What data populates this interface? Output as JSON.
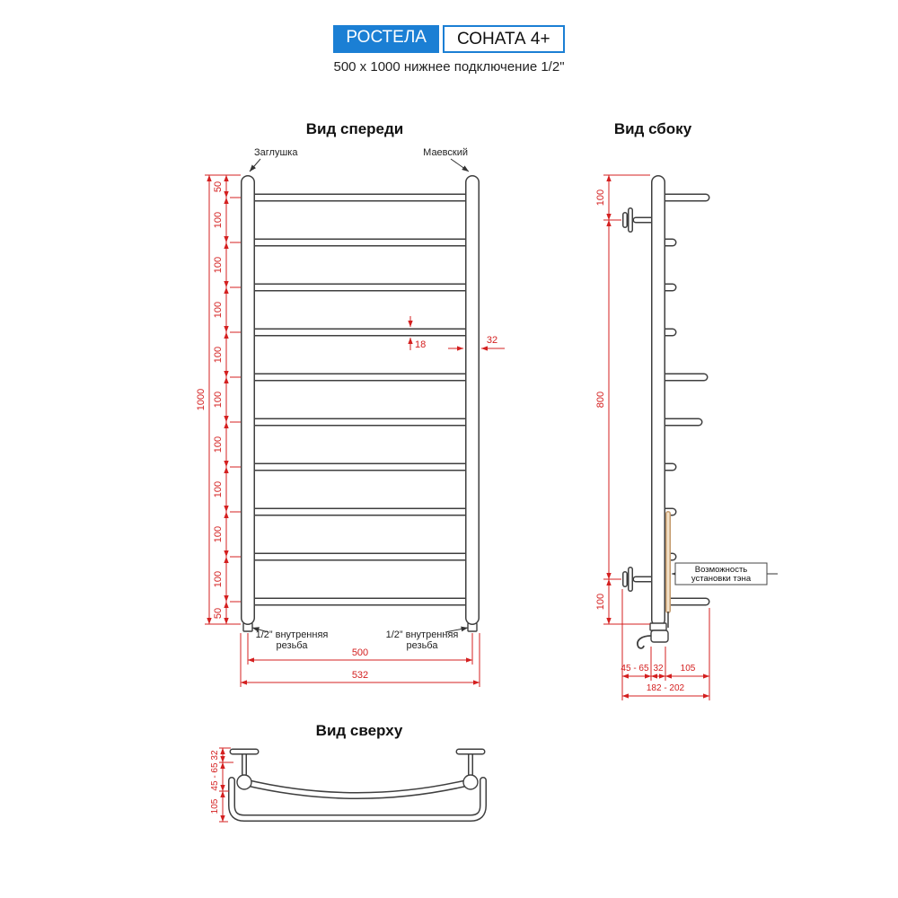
{
  "header": {
    "brand": "РОСТЕЛА",
    "model": "СОНАТА 4+",
    "subtitle": "500 x 1000 нижнее подключение 1/2\""
  },
  "front_view": {
    "title": "Вид спереди",
    "plug_label": "Заглушка",
    "vent_label": "Маевский",
    "height_segments": [
      "50",
      "100",
      "100",
      "100",
      "100",
      "100",
      "100",
      "100",
      "100",
      "100",
      "50"
    ],
    "total_height": "1000",
    "rung_diameter": "18",
    "tube_diameter": "32",
    "thread_left": [
      "1/2” внутренняя",
      "резьба"
    ],
    "thread_right": [
      "1/2” внутренняя",
      "резьба"
    ],
    "width_centers": "500",
    "width_total": "532"
  },
  "side_view": {
    "title": "Вид сбоку",
    "top_offset": "100",
    "middle_span": "800",
    "bottom_offset": "100",
    "ten_note": [
      "Возможность",
      "установки тэна"
    ],
    "wall_to_tube": "45 - 65",
    "tube_diameter": "32",
    "bracket_depth": "105",
    "total_depth": "182 - 202"
  },
  "top_view": {
    "title": "Вид сверху",
    "dim_32": "32",
    "dim_45_65": "45 - 65",
    "dim_105": "105"
  },
  "colors": {
    "accent_blue": "#1b7fd4",
    "dim_red": "#d42020",
    "line": "#3f3f3f",
    "ten": "#c49a6c"
  }
}
